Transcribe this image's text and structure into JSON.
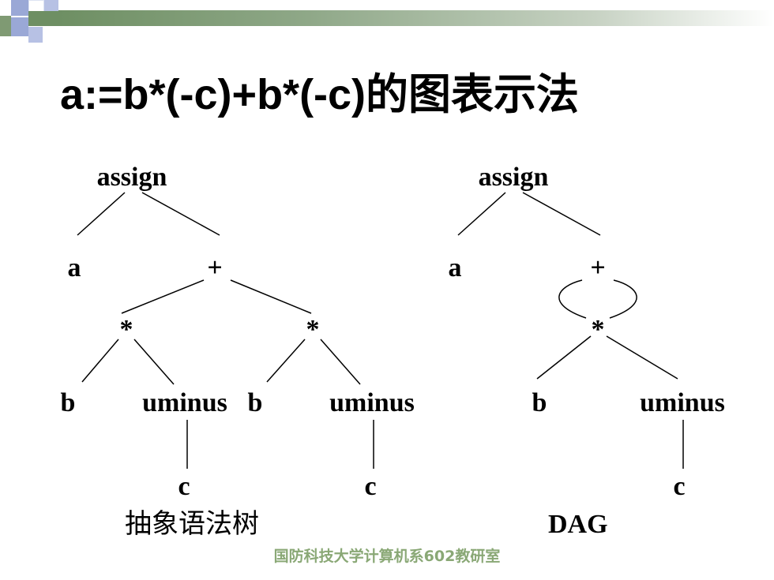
{
  "title": "a:=b*(-c)+b*(-c)的图表示法",
  "theme": {
    "accent": "#6e8f63",
    "square_blue": "#9aa8d6",
    "square_green": "#7f9a73",
    "footer_color": "#8aa876"
  },
  "ast": {
    "caption": "抽象语法树",
    "nodes": {
      "assign": "assign",
      "a": "a",
      "plus": "+",
      "mul_left": "*",
      "mul_right": "*",
      "b_left": "b",
      "uminus_left": "uminus",
      "b_right": "b",
      "uminus_right": "uminus",
      "c_left": "c",
      "c_right": "c"
    }
  },
  "dag": {
    "caption": "DAG",
    "nodes": {
      "assign": "assign",
      "a": "a",
      "plus": "+",
      "mul": "*",
      "b": "b",
      "uminus": "uminus",
      "c": "c"
    }
  },
  "footer": "国防科技大学计算机系602教研室"
}
